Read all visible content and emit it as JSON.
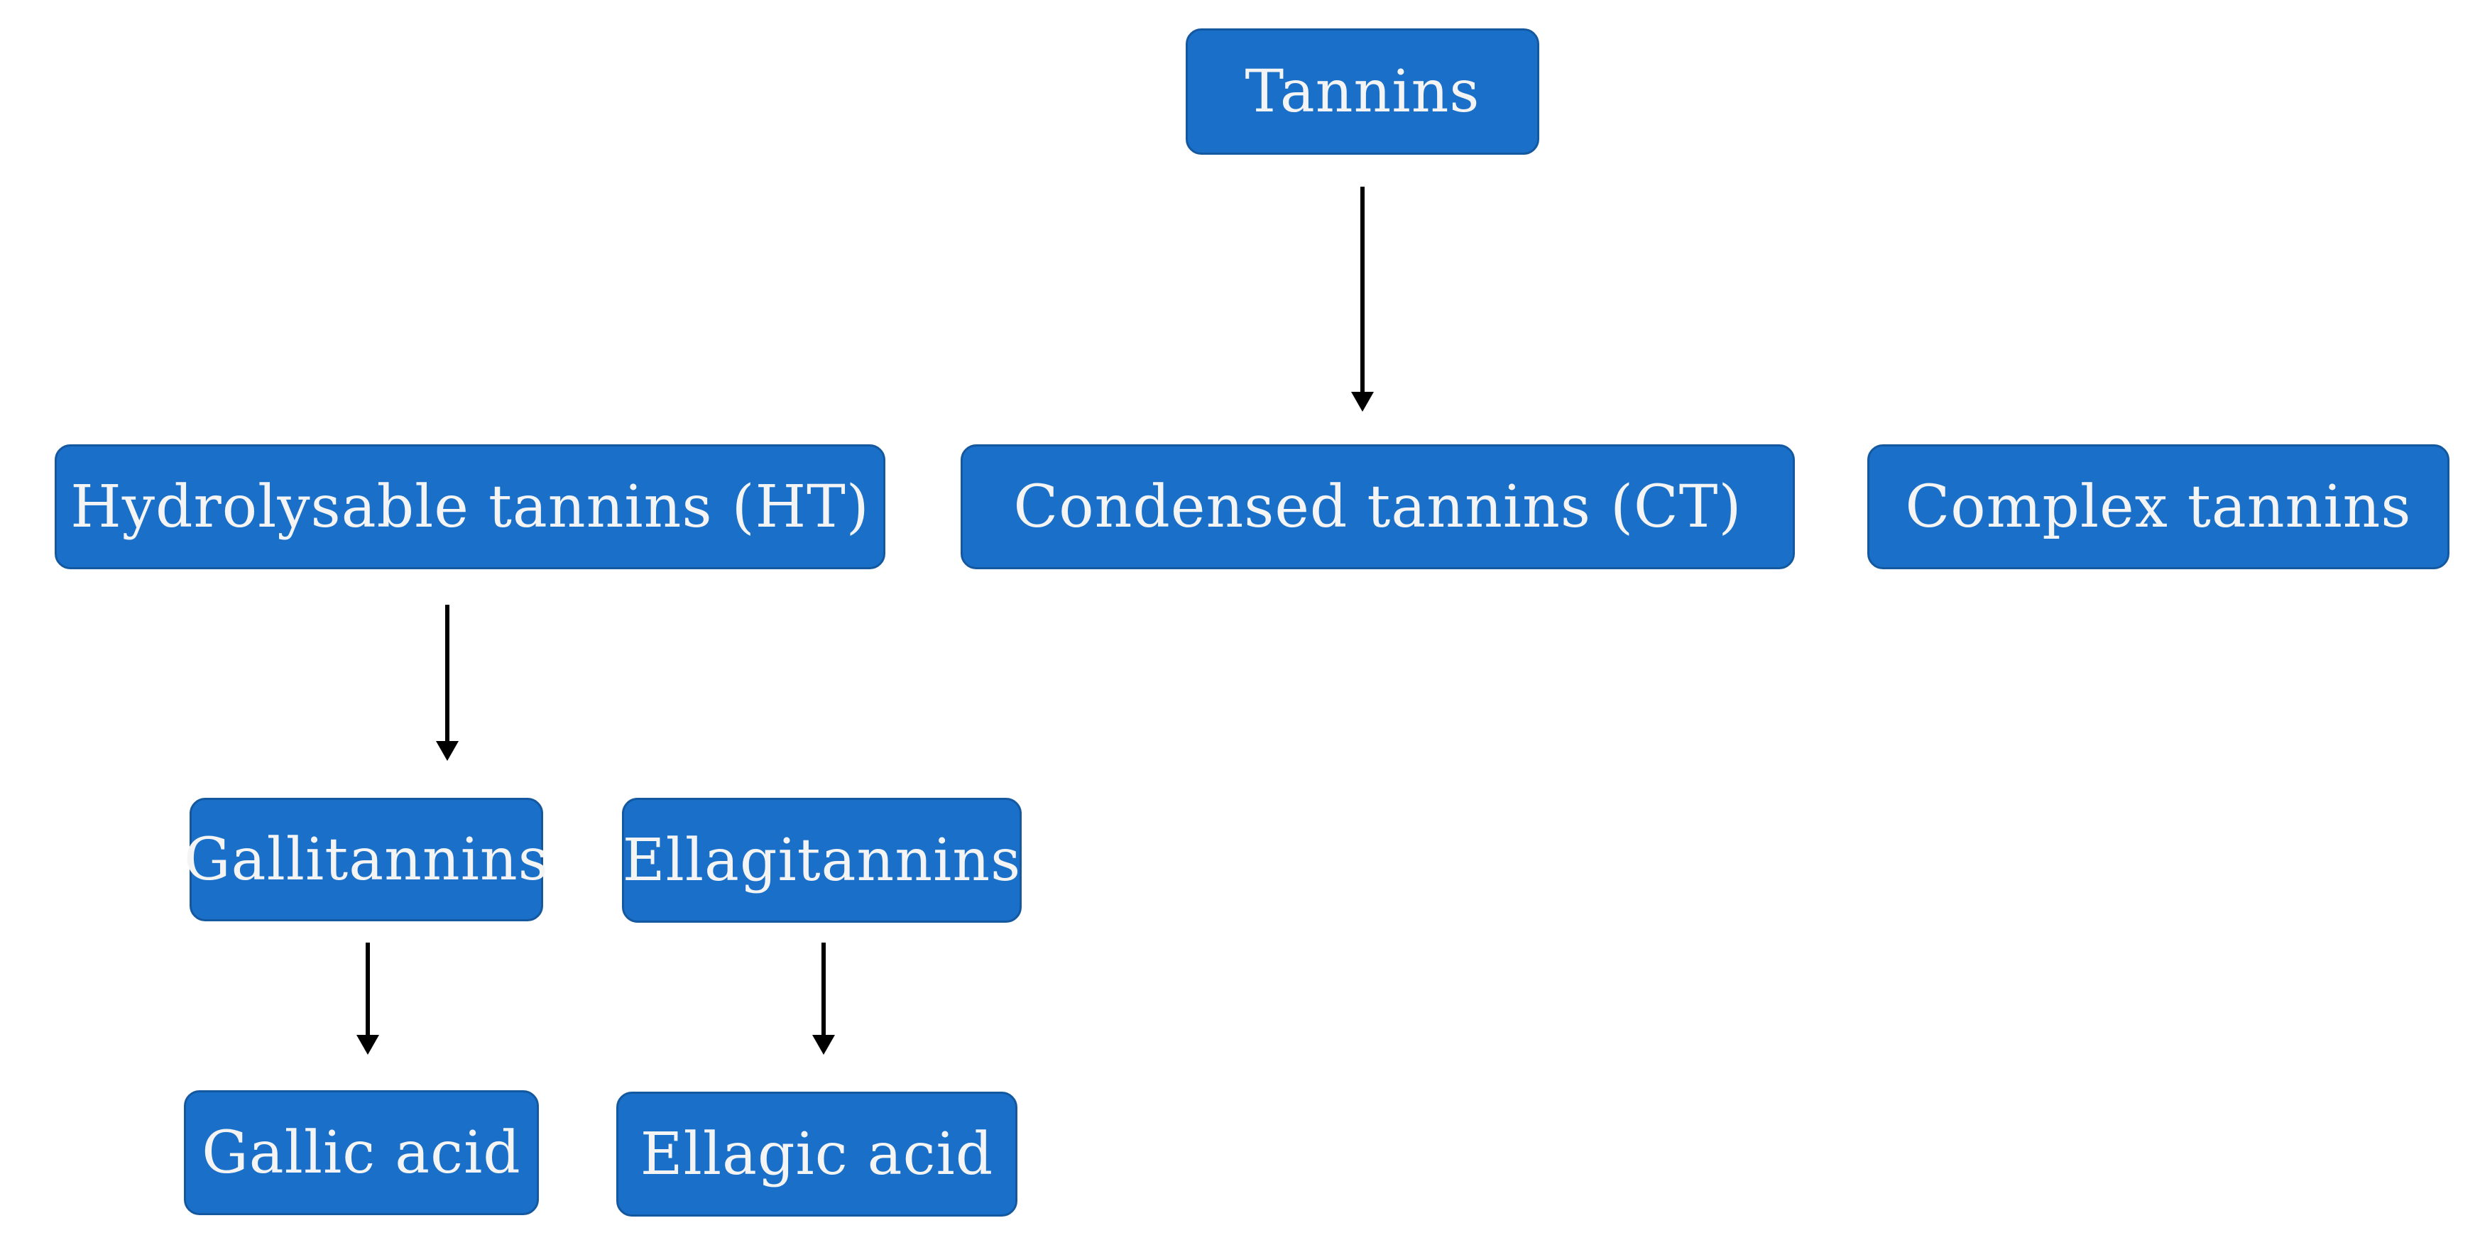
{
  "nodes": {
    "tannins": "Tannins",
    "hydrolysable": "Hydrolysable tannins (HT)",
    "condensed": "Condensed tannins (CT)",
    "complex": "Complex tannins",
    "gallitannins": "Gallitannins",
    "ellagitannins": "Ellagitannins",
    "gallic_acid": "Gallic acid",
    "ellagic_acid": "Ellagic acid"
  },
  "edges": [
    {
      "from": "tannins",
      "to": "condensed"
    },
    {
      "from": "hydrolysable",
      "to": "gallitannins"
    },
    {
      "from": "gallitannins",
      "to": "gallic_acid"
    },
    {
      "from": "ellagitannins",
      "to": "ellagic_acid"
    }
  ],
  "colors": {
    "node_fill": "#1a70c8",
    "node_border": "#1458a0",
    "node_text": "#f4f4f4",
    "arrow": "#000000"
  }
}
